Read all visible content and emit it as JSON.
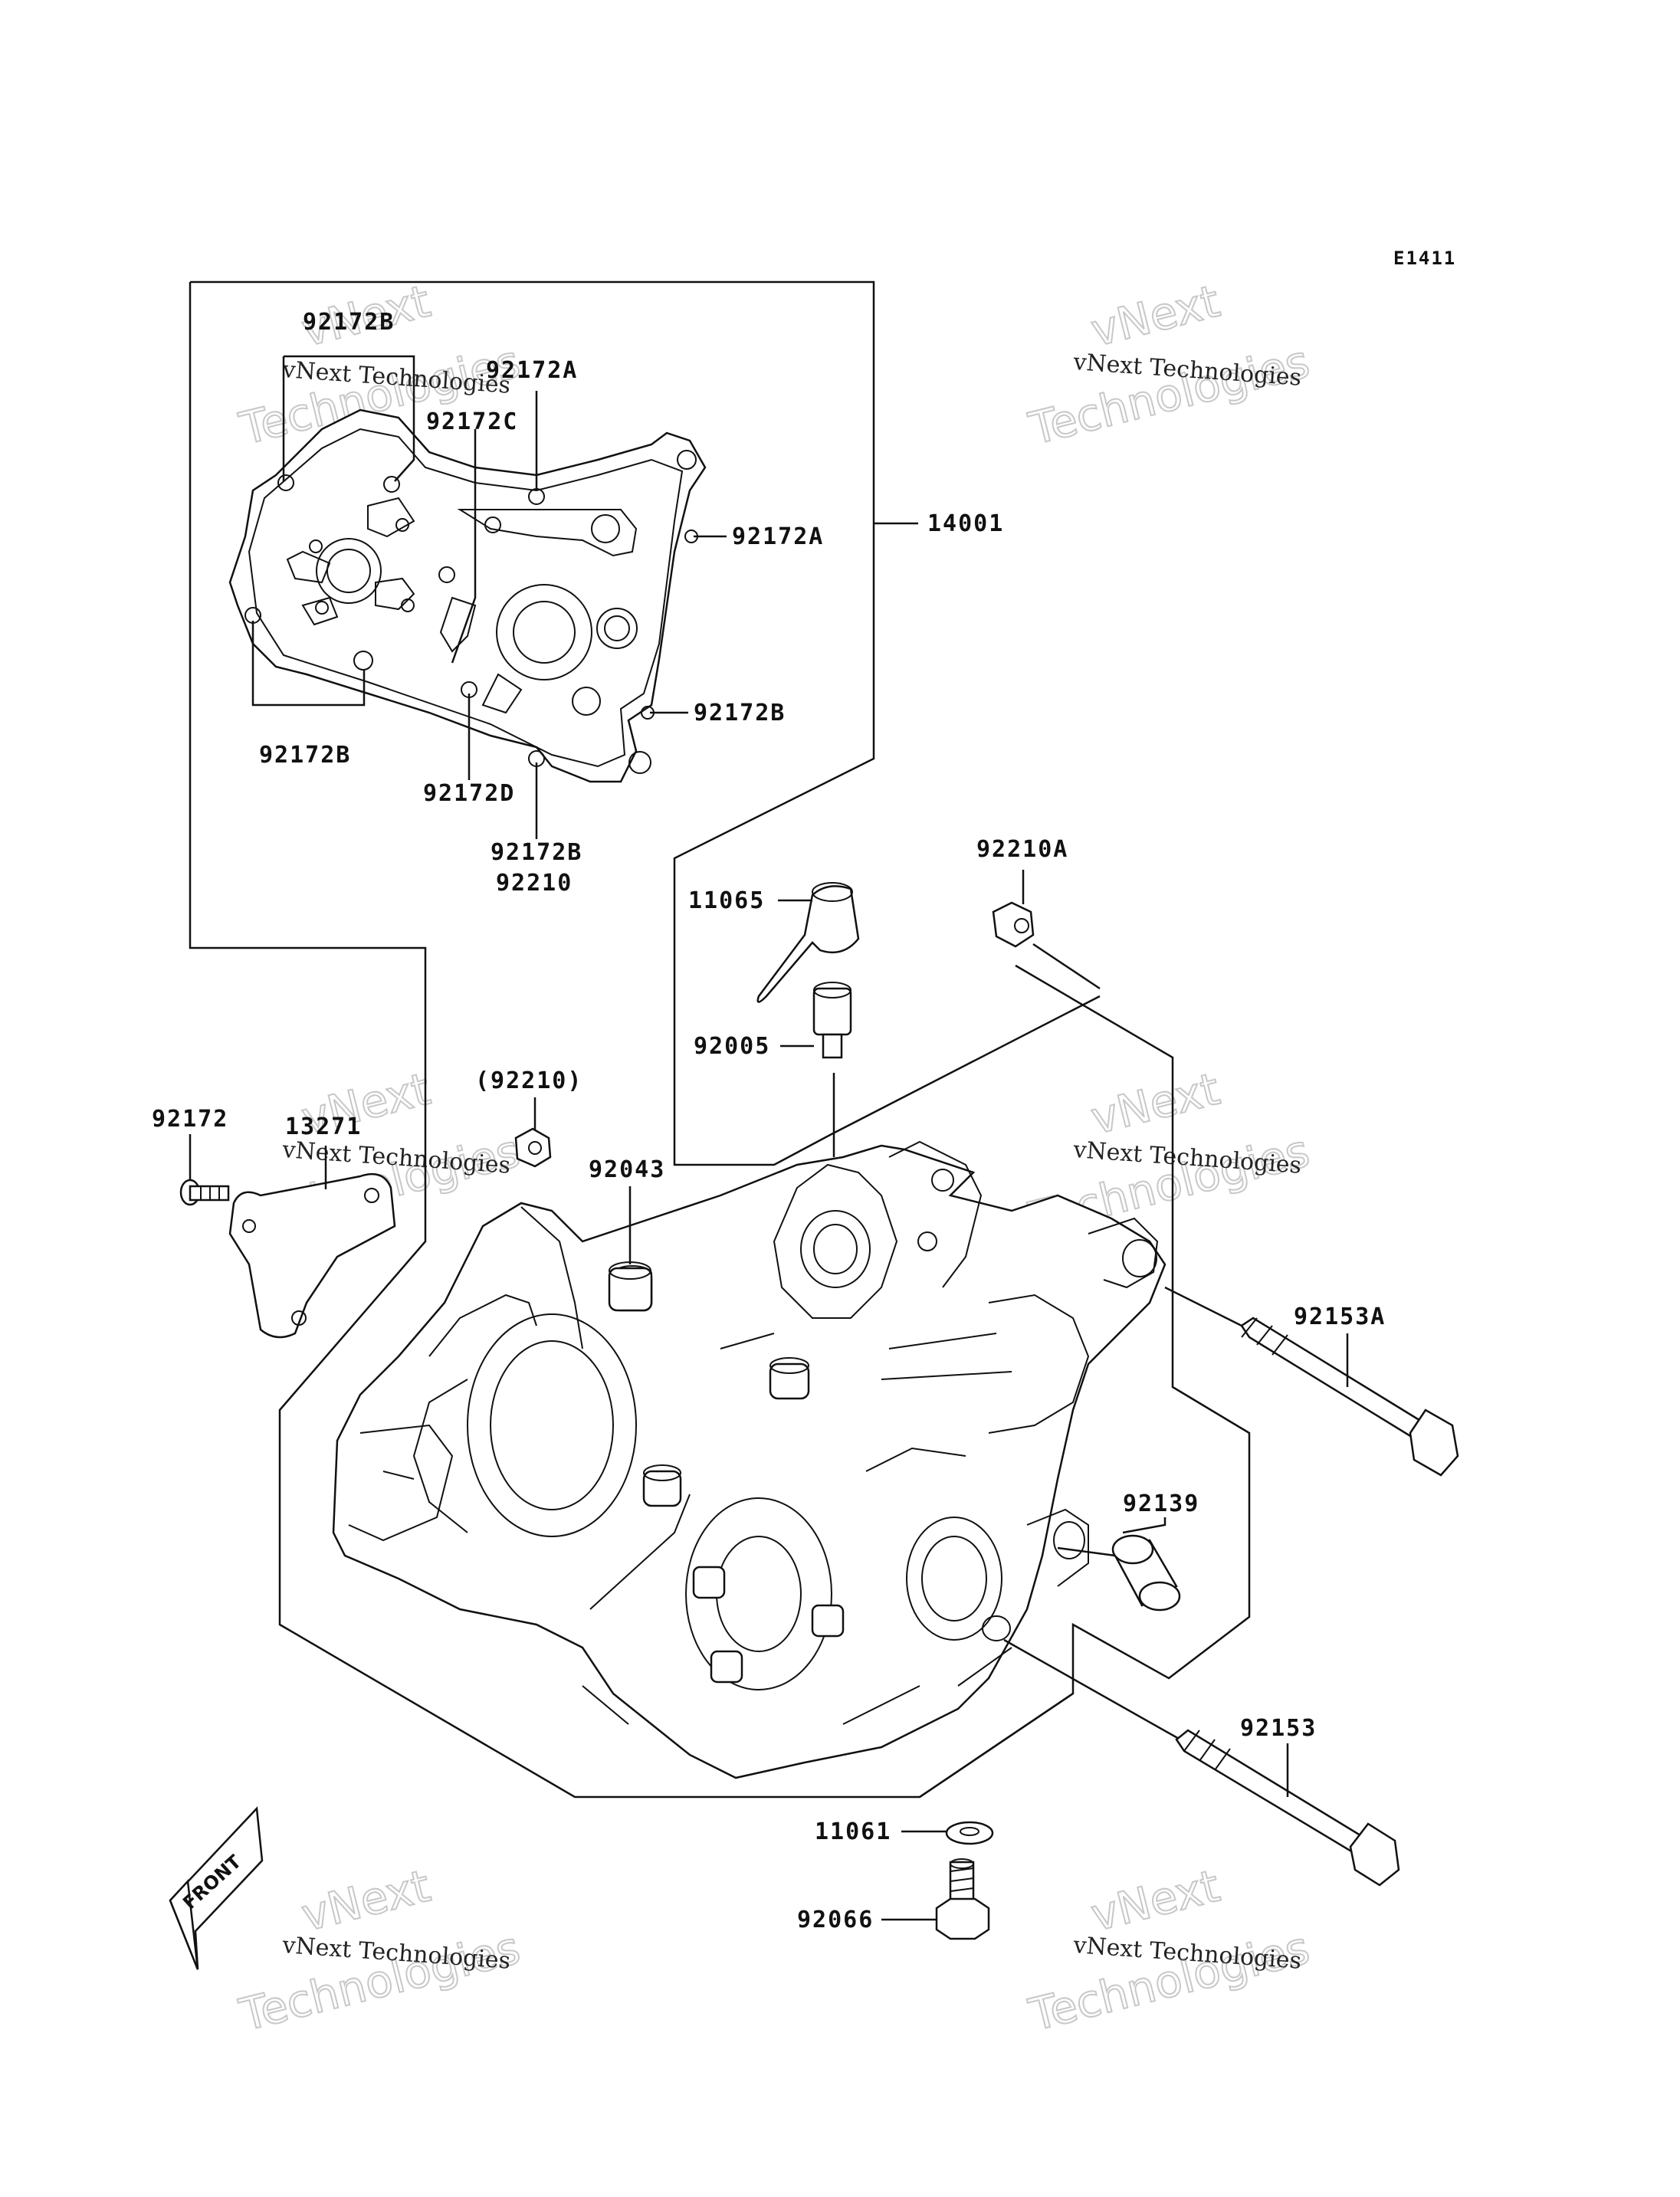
{
  "diagram": {
    "code": "E1411",
    "labels": {
      "p92172B_top": "92172B",
      "p92172A_top": "92172A",
      "p92172C": "92172C",
      "p14001": "14001",
      "p92172A_right": "92172A",
      "p92172B_right": "92172B",
      "p92172B_left": "92172B",
      "p92172D": "92172D",
      "p92172B_bottom": "92172B",
      "p92210": "92210",
      "p92210A": "92210A",
      "p11065": "11065",
      "p92005": "92005",
      "p92210_paren": "(92210)",
      "p92172": "92172",
      "p13271": "13271",
      "p92043": "92043",
      "p92153A": "92153A",
      "p92139": "92139",
      "p92153": "92153",
      "p11061": "11061",
      "p92066": "92066"
    },
    "front_arrow": "FRONT",
    "watermark": {
      "line1": "vNext Technologies",
      "big_top": "vNext",
      "big_bottom": "Technologies"
    }
  }
}
